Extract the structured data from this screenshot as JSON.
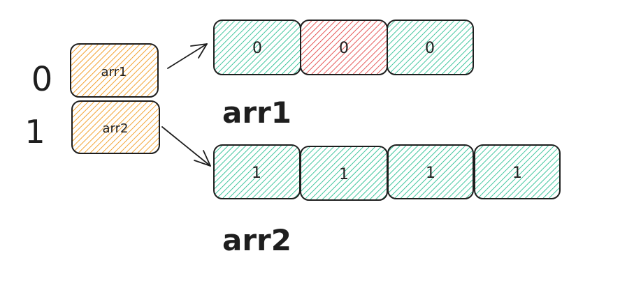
{
  "index_labels": [
    "0",
    "1"
  ],
  "pointers": [
    {
      "label": "arr1",
      "color": "#f08c00"
    },
    {
      "label": "arr2",
      "color": "#f08c00"
    }
  ],
  "arrays": [
    {
      "label": "arr1",
      "cells": [
        {
          "value": "0",
          "color": "#12b886"
        },
        {
          "value": "0",
          "color": "#e03131"
        },
        {
          "value": "0",
          "color": "#12b886"
        }
      ]
    },
    {
      "label": "arr2",
      "cells": [
        {
          "value": "1",
          "color": "#12b886"
        },
        {
          "value": "1",
          "color": "#12b886"
        },
        {
          "value": "1",
          "color": "#12b886"
        },
        {
          "value": "1",
          "color": "#12b886"
        }
      ]
    }
  ],
  "stroke_color": "#1e1e1e"
}
